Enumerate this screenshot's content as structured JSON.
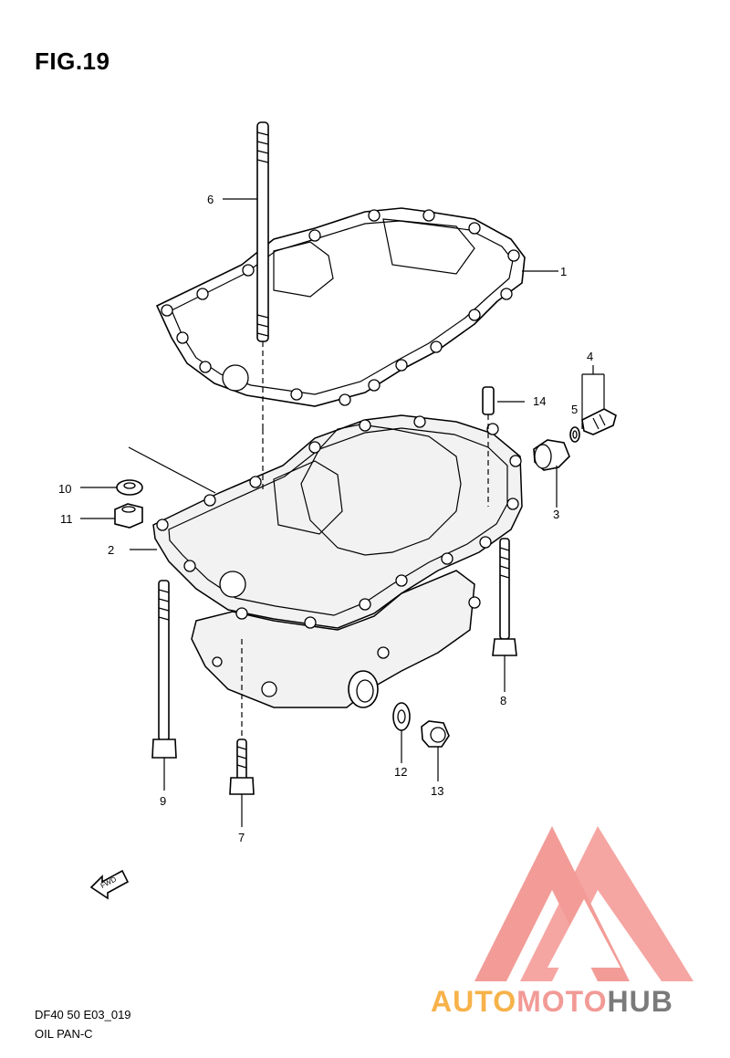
{
  "figure": {
    "title": "FIG.19",
    "code": "DF40 50 E03_019",
    "name": "OIL PAN-C"
  },
  "callouts": [
    "1",
    "2",
    "3",
    "4",
    "5",
    "6",
    "7",
    "8",
    "9",
    "10",
    "11",
    "12",
    "13",
    "14"
  ],
  "fwd_label": "FWD",
  "watermark": {
    "brand_parts": [
      "AUTO",
      "MOTO",
      "HUB"
    ],
    "colors": {
      "orange": "#f7b24a",
      "pink": "#f29a96",
      "gray": "#7a7a7a",
      "logo": "#f28b86"
    }
  }
}
